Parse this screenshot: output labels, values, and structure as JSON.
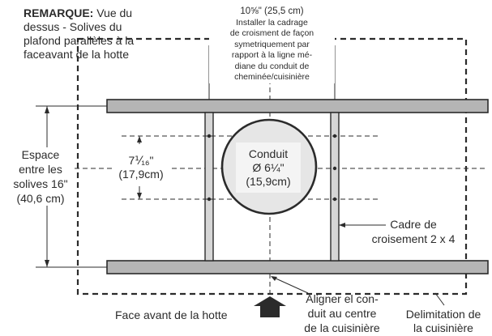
{
  "note": {
    "heading": "REMARQUE:",
    "line1": "Vue du",
    "line2": "dessus - Solives du",
    "line3": "plafond parallèles à la",
    "line4": "faceavant de la hotte"
  },
  "top_dimension": {
    "line1": "10⅝\" (25,5 cm)",
    "line2": "Installer la cadrage",
    "line3": "de croisment de façon",
    "line4": "symetriquement par",
    "line5": "rapport à la ligne mé-",
    "line6": "diane du conduit de",
    "line7": "cheminée/cuisinière"
  },
  "joist_spacing": {
    "line1": "Espace",
    "line2": "entre les",
    "line3": "solives 16\"",
    "line4": "(40,6 cm)"
  },
  "inner_dimension": {
    "line1": "7⅟₁₆\"",
    "line2": "(17,9cm)"
  },
  "duct": {
    "line1": "Conduit",
    "line2": "Ø 6¼\"",
    "line3": "(15,9cm)"
  },
  "frame": {
    "line1": "Cadre de",
    "line2": "croisement 2 x 4"
  },
  "front": {
    "label": "Face avant de la hotte"
  },
  "align": {
    "line1": "Aligner el con-",
    "line2": "duit au centre",
    "line3": "de la cuisinière"
  },
  "range_boundary": {
    "line1": "Delimitation de",
    "line2": "la cuisinière"
  },
  "colors": {
    "ink": "#2b2b2b",
    "joist_fill": "#b5b5b5",
    "frame_fill": "#d6d6d6",
    "duct_fill": "#e6e6e6",
    "box_fill": "#f4f4f4"
  }
}
